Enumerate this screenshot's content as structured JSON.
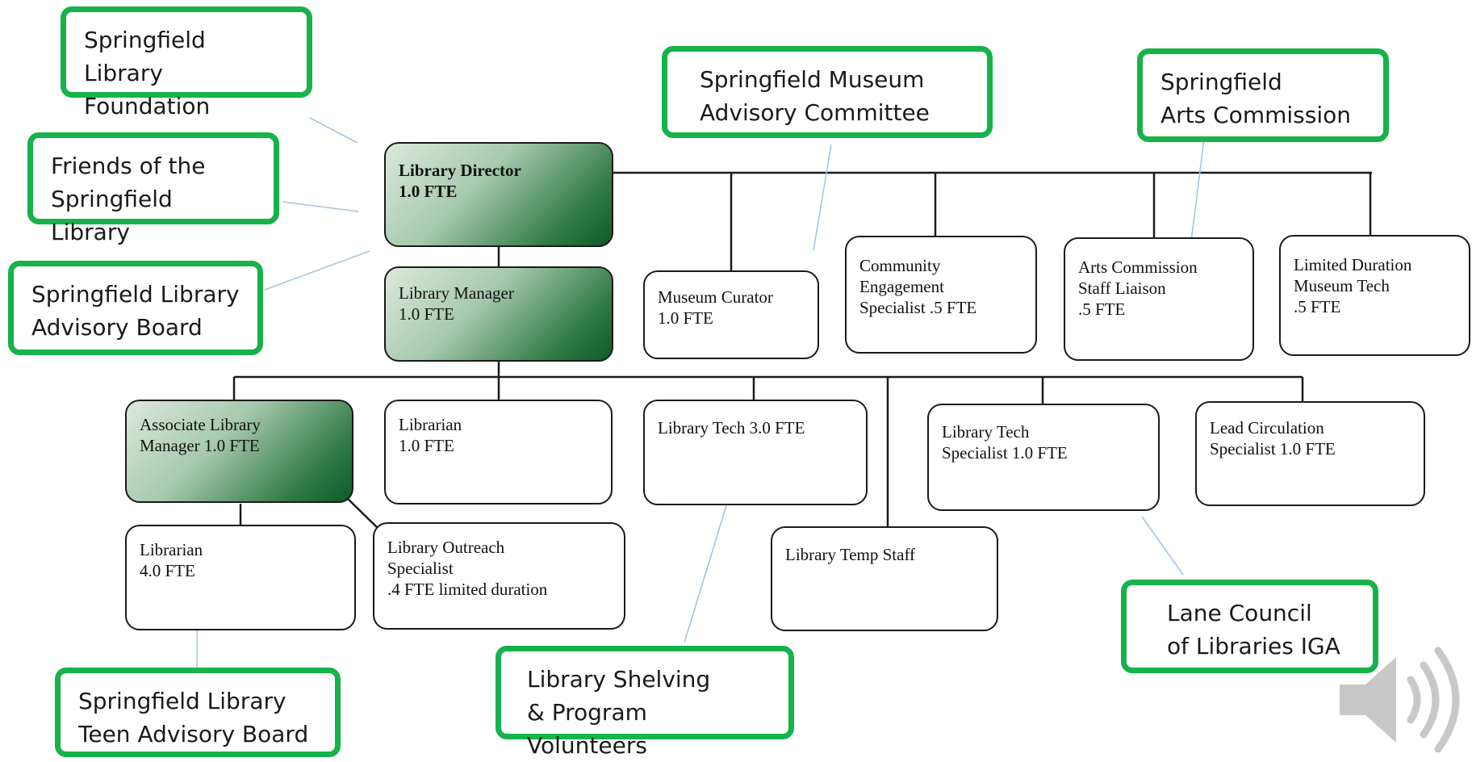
{
  "org_units": {
    "director": "Library Director\n1.0 FTE",
    "manager": "Library Manager\n1.0 FTE",
    "museum_curator": "Museum Curator\n1.0 FTE",
    "community_engagement": "Community\nEngagement\nSpecialist .5 FTE",
    "arts_liaison": "Arts Commission\nStaff Liaison\n.5 FTE",
    "museum_tech": "Limited Duration\nMuseum Tech\n.5 FTE",
    "associate_manager": "Associate Library\nManager 1.0 FTE",
    "librarian_1": "Librarian\n1.0 FTE",
    "library_tech": "Library Tech 3.0 FTE",
    "library_tech_specialist": "Library Tech\nSpecialist  1.0 FTE",
    "lead_circulation": "Lead Circulation\nSpecialist  1.0 FTE",
    "librarian_4": "Librarian\n4.0 FTE",
    "outreach_specialist": "Library Outreach\nSpecialist\n.4 FTE limited duration",
    "temp_staff": "Library Temp Staff"
  },
  "affiliates": {
    "library_foundation": "Springfield Library\nFoundation",
    "friends": "Friends of the\nSpringfield Library",
    "advisory_board": "Springfield Library\nAdvisory Board",
    "museum_committee": "Springfield Museum\nAdvisory Committee",
    "arts_commission": "Springfield\nArts Commission",
    "teen_board": "Springfield Library\nTeen Advisory Board",
    "volunteers": "Library Shelving\n& Program Volunteers",
    "lane_council": "Lane Council\nof Libraries IGA"
  },
  "colors": {
    "affiliate_border": "#16b24a",
    "unit_border": "#1a1a1a",
    "shade_dark": "#0f5a2a",
    "link_line": "#a8c4e0",
    "speaker": "#c8c8c8"
  },
  "icons": {
    "audio": "speaker-icon"
  }
}
